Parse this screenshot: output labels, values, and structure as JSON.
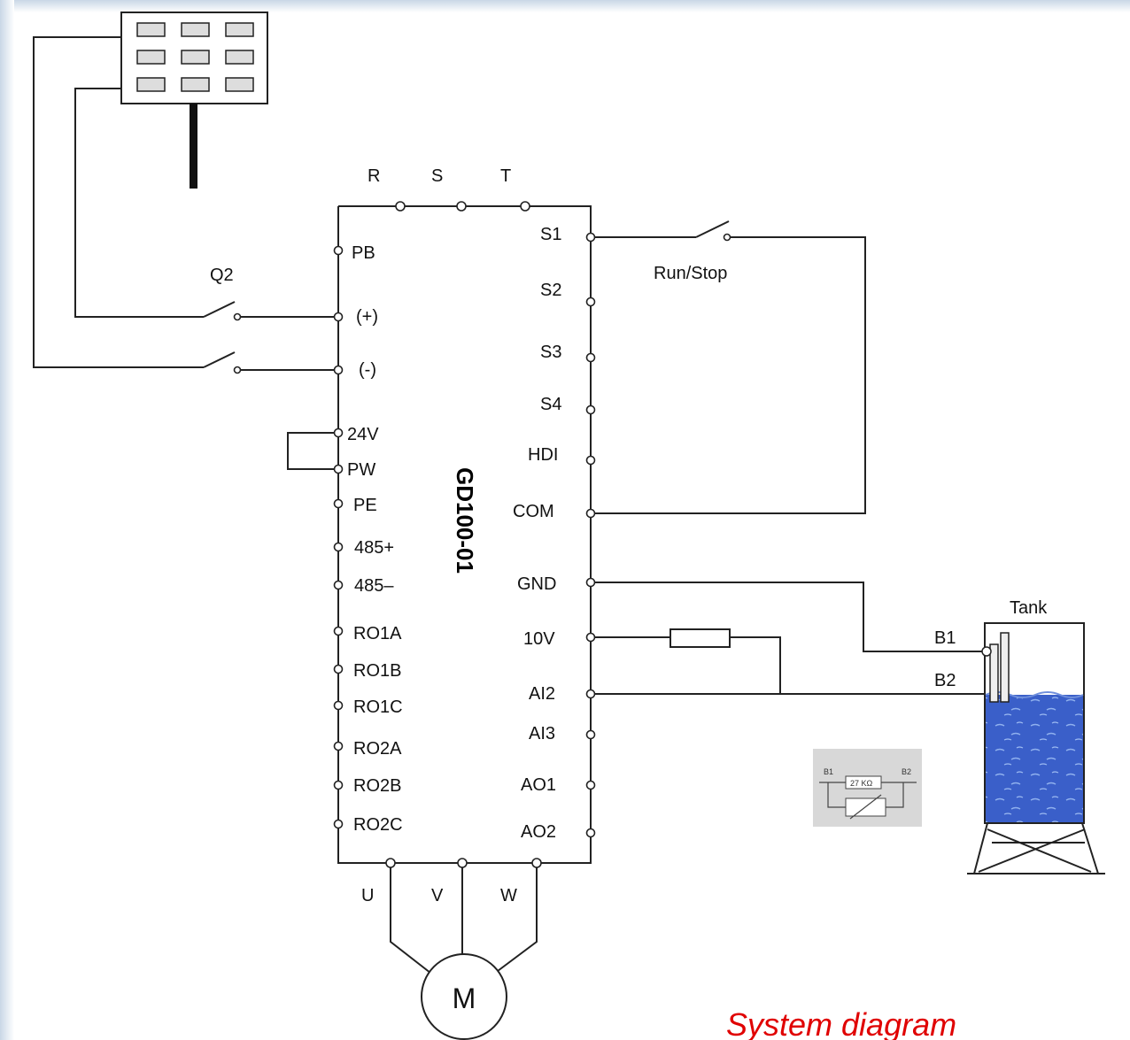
{
  "drive": {
    "model": "GD100-01",
    "power_terminals": [
      "R",
      "S",
      "T"
    ],
    "motor_terminals": [
      "U",
      "V",
      "W"
    ],
    "left_terminals": [
      "PB",
      "(+)",
      "(-)",
      "24V",
      "PW",
      "PE",
      "485+",
      "485–",
      "RO1A",
      "RO1B",
      "RO1C",
      "RO2A",
      "RO2B",
      "RO2C"
    ],
    "right_terminals": [
      "S1",
      "S2",
      "S3",
      "S4",
      "HDI",
      "COM",
      "GND",
      "10V",
      "AI2",
      "AI3",
      "AO1",
      "AO2"
    ]
  },
  "labels": {
    "breaker": "Q2",
    "switch": "Run/Stop",
    "tank": "Tank",
    "probe_b1": "B1",
    "probe_b2": "B2",
    "motor": "M",
    "resistor_value": "27 KΩ",
    "inset_b1": "B1",
    "inset_b2": "B2",
    "caption": "System diagram"
  },
  "colors": {
    "caption": "#e00000",
    "water": "#3a5fc9",
    "background_band": "#dde6ef"
  }
}
